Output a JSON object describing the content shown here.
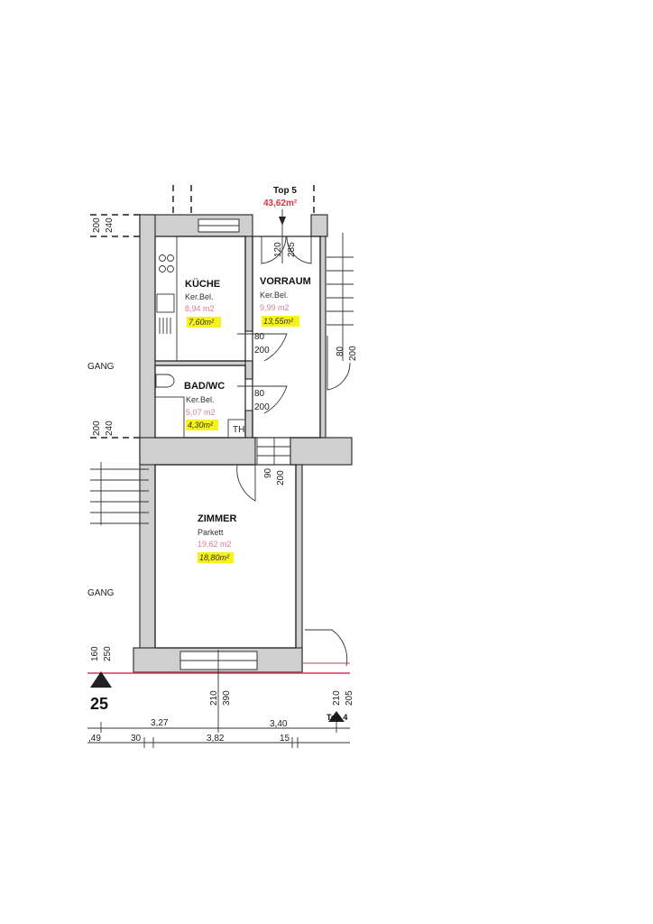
{
  "unit": {
    "label": "Top 5",
    "total_area": "43,62m²"
  },
  "rooms": {
    "kueche": {
      "name": "KÜCHE",
      "floor": "Ker.Bel.",
      "area_orig": "8,94 m2",
      "area_new": "7,60m²"
    },
    "vorraum": {
      "name": "VORRAUM",
      "floor": "Ker.Bel.",
      "area_orig": "9,99 m2",
      "area_new": "13,55m²"
    },
    "bad": {
      "name": "BAD/WC",
      "floor": "Ker.Bel.",
      "area_orig": "5,07 m2",
      "area_new": "4,30m²"
    },
    "zimmer": {
      "name": "ZIMMER",
      "floor": "Parkett",
      "area_orig": "19,62 m2",
      "area_new": "18,80m²"
    }
  },
  "labels": {
    "gang1": "GANG",
    "gang2": "GANG",
    "th": "TH",
    "stair_no": "25",
    "top_next": "Top 4"
  },
  "doors": {
    "entry": [
      "120",
      "285"
    ],
    "kueche": [
      "80",
      "200"
    ],
    "bad": [
      "80",
      "200"
    ],
    "zimmer": [
      "90",
      "200"
    ],
    "right": [
      "80",
      "200"
    ],
    "window_top_left": [
      "200",
      "240"
    ],
    "window_mid_left": [
      "200",
      "240"
    ],
    "bottom_left": [
      "160",
      "250"
    ],
    "bottom_window": [
      "210",
      "390"
    ],
    "bottom_right": [
      "210",
      "205"
    ]
  },
  "dimensions": {
    "row1": [
      "3,27",
      "3,40"
    ],
    "row2": [
      ",49",
      "30",
      "3,82",
      "15"
    ]
  },
  "colors": {
    "highlight": "#f7f21a",
    "original_area": "#e07aa0",
    "property_line": "#d63a5c",
    "total_area": "#d9334a"
  }
}
